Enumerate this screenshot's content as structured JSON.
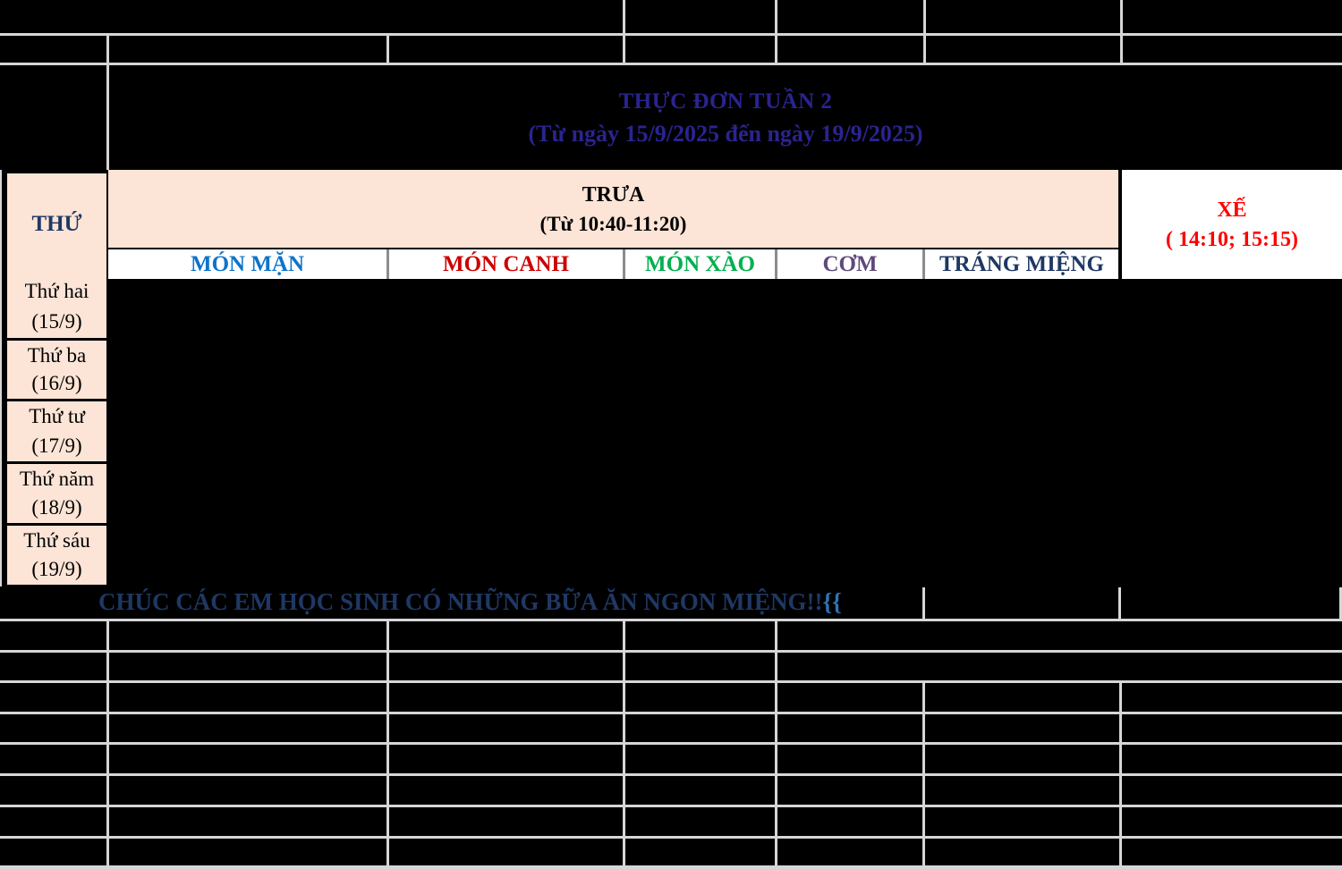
{
  "header": {
    "title_line1": "THỰC ĐƠN TUẦN 2",
    "title_line2": "(Từ ngày 15/9/2025 đến ngày 19/9/2025)"
  },
  "menu_table": {
    "day_column_header": "THỨ",
    "lunch_header": {
      "line1": "TRƯA",
      "line2": "(Từ 10:40-11:20)"
    },
    "afternoon_header": {
      "line1": "XẾ",
      "line2": "( 14:10; 15:15)"
    },
    "course_columns": [
      {
        "label": "MÓN MẶN",
        "color": "#0C74CC"
      },
      {
        "label": "MÓN CANH",
        "color": "#CC0000"
      },
      {
        "label": "MÓN XÀO",
        "color": "#00B050"
      },
      {
        "label": "CƠM",
        "color": "#5F497A"
      },
      {
        "label": "TRÁNG MIỆNG",
        "color": "#1F3864"
      }
    ],
    "days": [
      {
        "name": "Thứ hai",
        "date": "(15/9)"
      },
      {
        "name": "Thứ ba",
        "date": "(16/9)"
      },
      {
        "name": "Thứ tư",
        "date": "(17/9)"
      },
      {
        "name": "Thứ năm",
        "date": "(18/9)"
      },
      {
        "name": "Thứ sáu",
        "date": "(19/9)"
      }
    ]
  },
  "footer": {
    "message": "CHÚC CÁC EM HỌC SINH CÓ NHỮNG BỮA ĂN NGON MIỆNG!!",
    "message_suffix": "{{"
  },
  "colors": {
    "cell_background": "#FCE4D6",
    "gridline": "#D6D6D6",
    "subheader_divider": "#8C8C8C",
    "title_text": "#2A2490",
    "header_navy": "#1F3864",
    "afternoon_red": "#FF0000",
    "footer_suffix_blue": "#2E75B6",
    "redacted_area": "#000000"
  }
}
